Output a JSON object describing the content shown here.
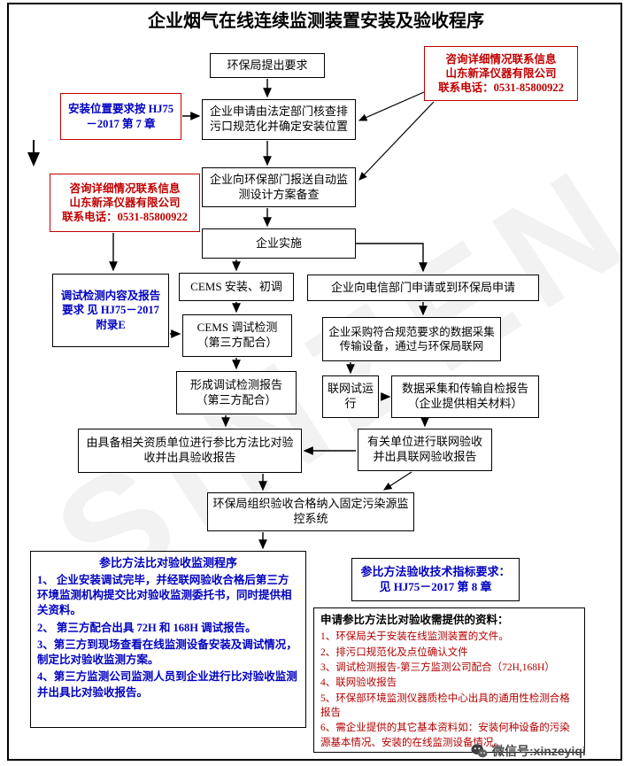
{
  "page": {
    "title": "企业烟气在线连续监测装置安装及验收程序",
    "watermark": "SINZEN"
  },
  "colors": {
    "accent_red": "#c00000",
    "accent_blue": "#0000c0"
  },
  "contact": {
    "lines": [
      "咨询详细情况联系信息",
      "山东新泽仪器有限公司",
      "联系电话：0531-85800922"
    ]
  },
  "flow": {
    "request": "环保局提出要求",
    "apply": "企业申请由法定部门核查排污口规范化并确定安装位置",
    "submit_plan": "企业向环保部门报送自动监测设计方案备查",
    "implement": "企业实施",
    "cems_install": "CEMS 安装、初调",
    "cems_debug": "CEMS 调试检测（第三方配合）",
    "debug_report": "形成调试检测报告（第三方配合）",
    "comparison_acceptance": "由具备相关资质单位进行参比方法比对验收并出具验收报告",
    "telecom_apply": "企业向电信部门申请或到环保局申请",
    "purchase": "企业采购符合规范要求的数据采集传输设备，通过与环保局联网",
    "network_trial": "联网试运行",
    "self_check_report": "数据采集和传输自检报告（企业提供相关材料）",
    "network_acceptance": "有关单位进行联网验收并出具联网验收报告",
    "final": "环保局组织验收合格纳入固定污染源监控系统"
  },
  "notes": {
    "install_position": "安装位置要求按 HJ75－2017 第 7 章",
    "debug_requirements": "调试检测内容及报告要求 见 HJ75－2017附录E",
    "tech_index": "参比方法验收技术指标要求：见 HJ75－2017 第 8 章"
  },
  "procedure": {
    "title": "参比方法比对验收监测程序",
    "items": [
      "1、 企业安装调试完毕，并经联网验收合格后第三方环境监测机构提交比对验收监测委托书，同时提供相关资料。",
      "2、 第三方配合出具 72H 和 168H 调试报告。",
      "3、第三方到现场查看在线监测设备安装及调试情况，制定比对验收监测方案。",
      "4、第三方监测公司监测人员到企业进行比对验收监测并出具比对验收报告。"
    ]
  },
  "materials": {
    "title": "申请参比方法比对验收需提供的资料：",
    "items": [
      "1、环保局关于安装在线监测装置的文件。",
      "2、排污口规范化及点位确认文件",
      "3、调试检测报告-第三方监测公司配合（72H,168H）",
      "4、联网验收报告",
      "5、环保部环境监测仪器质检中心出具的通用性检测合格报告",
      "6、需企业提供的其它基本资料如：安装何种设备的污染源基本情况、安装的在线监测设备情况。"
    ]
  },
  "footer": {
    "wechat": "微信号:xinzeyiqi"
  }
}
